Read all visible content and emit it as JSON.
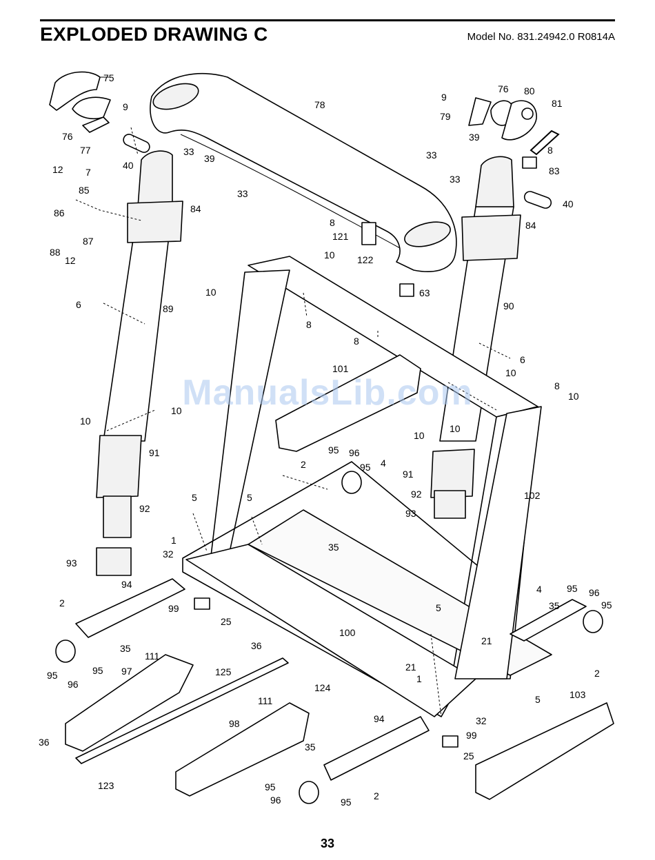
{
  "header": {
    "title": "EXPLODED DRAWING C",
    "model": "Model No. 831.24942.0 R0814A"
  },
  "footer": {
    "page_number": "33"
  },
  "watermark": {
    "text": "ManualsLib.com"
  },
  "labels": {
    "p75": "75",
    "p76a": "76",
    "p77": "77",
    "p9a": "9",
    "p40a": "40",
    "p12a": "12",
    "p7": "7",
    "p85": "85",
    "p86": "86",
    "p87": "87",
    "p88": "88",
    "p12b": "12",
    "p33a": "33",
    "p39a": "39",
    "p33b": "33",
    "p84a": "84",
    "p78": "78",
    "p9b": "9",
    "p76b": "76",
    "p80": "80",
    "p79": "79",
    "p81": "81",
    "p39b": "39",
    "p33c": "33",
    "p33d": "33",
    "p8a": "8",
    "p83": "83",
    "p40b": "40",
    "p84b": "84",
    "p8b": "8",
    "p121": "121",
    "p122": "122",
    "p10a": "10",
    "p63": "63",
    "p6a": "6",
    "p89": "89",
    "p10b": "10",
    "p8c": "8",
    "p8d": "8",
    "p90": "90",
    "p6b": "6",
    "p101": "101",
    "p10c": "10",
    "p8e": "8",
    "p10d": "10",
    "p10e": "10",
    "p10f": "10",
    "p91a": "91",
    "p92a": "92",
    "p93a": "93",
    "p10g": "10",
    "p10h": "10",
    "p91b": "91",
    "p92b": "92",
    "p93b": "93",
    "p102": "102",
    "p2a": "2",
    "p95a": "95",
    "p96a": "96",
    "p95b": "95",
    "p4a": "4",
    "p35a": "35",
    "p5a": "5",
    "p5b": "5",
    "p1a": "1",
    "p32a": "32",
    "p94a": "94",
    "p99a": "99",
    "p25a": "25",
    "p2b": "2",
    "p35b": "35",
    "p95c": "95",
    "p96b": "96",
    "p95d": "95",
    "p111a": "111",
    "p97": "97",
    "p125": "125",
    "p36a": "36",
    "p100": "100",
    "p124": "124",
    "p111b": "111",
    "p98": "98",
    "p36b": "36",
    "p123": "123",
    "p5c": "5",
    "p21a": "21",
    "p21b": "21",
    "p1b": "1",
    "p32b": "32",
    "p5d": "5",
    "p4b": "4",
    "p35c": "35",
    "p95e": "95",
    "p96c": "96",
    "p95f": "95",
    "p2c": "2",
    "p94b": "94",
    "p99b": "99",
    "p25b": "25",
    "p35d": "35",
    "p95g": "95",
    "p96d": "96",
    "p95h": "95",
    "p2d": "2",
    "p103": "103"
  }
}
